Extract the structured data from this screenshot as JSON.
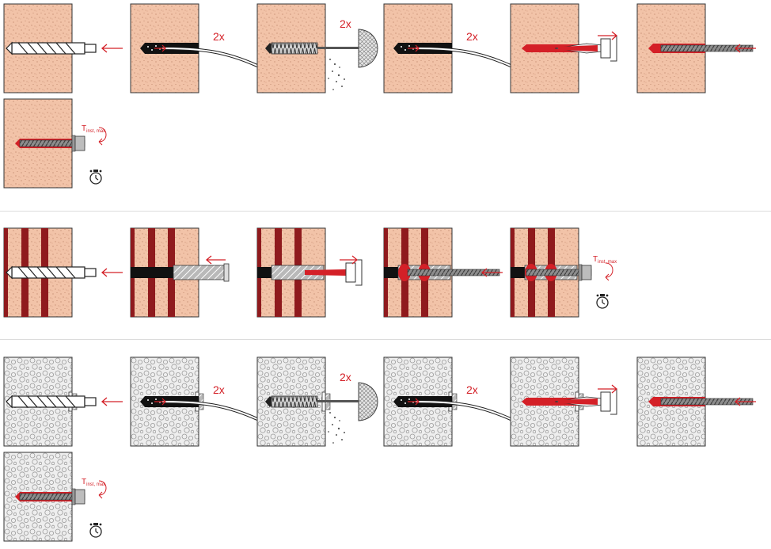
{
  "rows": [
    {
      "substrate": "solid",
      "steps": [
        "drill",
        "clean-air",
        "clean-brush",
        "clean-air",
        "inject",
        "insert-rod",
        "torque"
      ]
    },
    {
      "substrate": "hollow",
      "steps": [
        "drill",
        "sleeve",
        "inject-sleeve",
        "insert-rod-sleeve",
        "torque"
      ]
    },
    {
      "substrate": "porous",
      "steps": [
        "drill",
        "clean-air",
        "clean-brush",
        "clean-air",
        "inject",
        "insert-rod",
        "torque"
      ]
    }
  ],
  "labels": {
    "repeat": "2x",
    "torque_label": "T",
    "torque_sub": "inst, max"
  },
  "colors": {
    "accent": "#d42027",
    "concrete": "#f2c3a8",
    "brick": "#f3c7ad",
    "brickBand": "#8f1a1d",
    "aerated": "#ececec",
    "steel": "#8a8a8a"
  },
  "icons": [
    "drill-bit-icon",
    "air-blower-icon",
    "cleaning-brush-icon",
    "mortar-nozzle-icon",
    "threaded-rod-icon",
    "nut-washer-icon",
    "torque-arrow-icon",
    "curing-timer-icon",
    "direction-arrow-icon"
  ]
}
